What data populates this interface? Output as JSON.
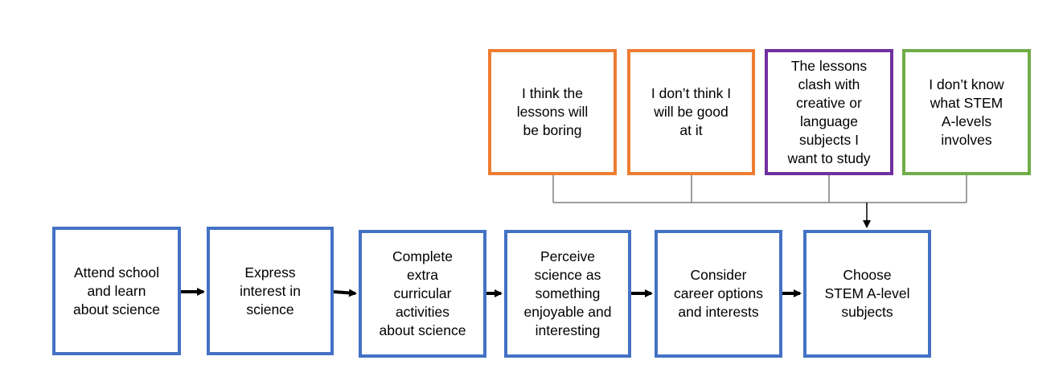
{
  "colors": {
    "barrier_orange": "#ed7d31",
    "barrier_purple": "#7030a0",
    "barrier_green": "#70ad47",
    "process_blue": "#4472c4",
    "connector_gray": "#7f7f7f",
    "arrow_black": "#000000"
  },
  "barriers": [
    {
      "text": "I think the\nlessons will\nbe boring",
      "color": "orange"
    },
    {
      "text": "I don’t think I\nwill be good\nat it",
      "color": "orange"
    },
    {
      "text": "The lessons\nclash with\ncreative or\nlanguage\nsubjects I\nwant to study",
      "color": "purple"
    },
    {
      "text": "I don’t know\nwhat STEM\nA-levels\ninvolves",
      "color": "green"
    }
  ],
  "steps": [
    {
      "text": "Attend school\nand learn\nabout science"
    },
    {
      "text": "Express\ninterest in\nscience"
    },
    {
      "text": "Complete\nextra\ncurricular\nactivities\nabout science"
    },
    {
      "text": "Perceive\nscience as\nsomething\nenjoyable and\ninteresting"
    },
    {
      "text": "Consider\ncareer options\nand interests"
    },
    {
      "text": "Choose\nSTEM A-level\nsubjects"
    }
  ]
}
